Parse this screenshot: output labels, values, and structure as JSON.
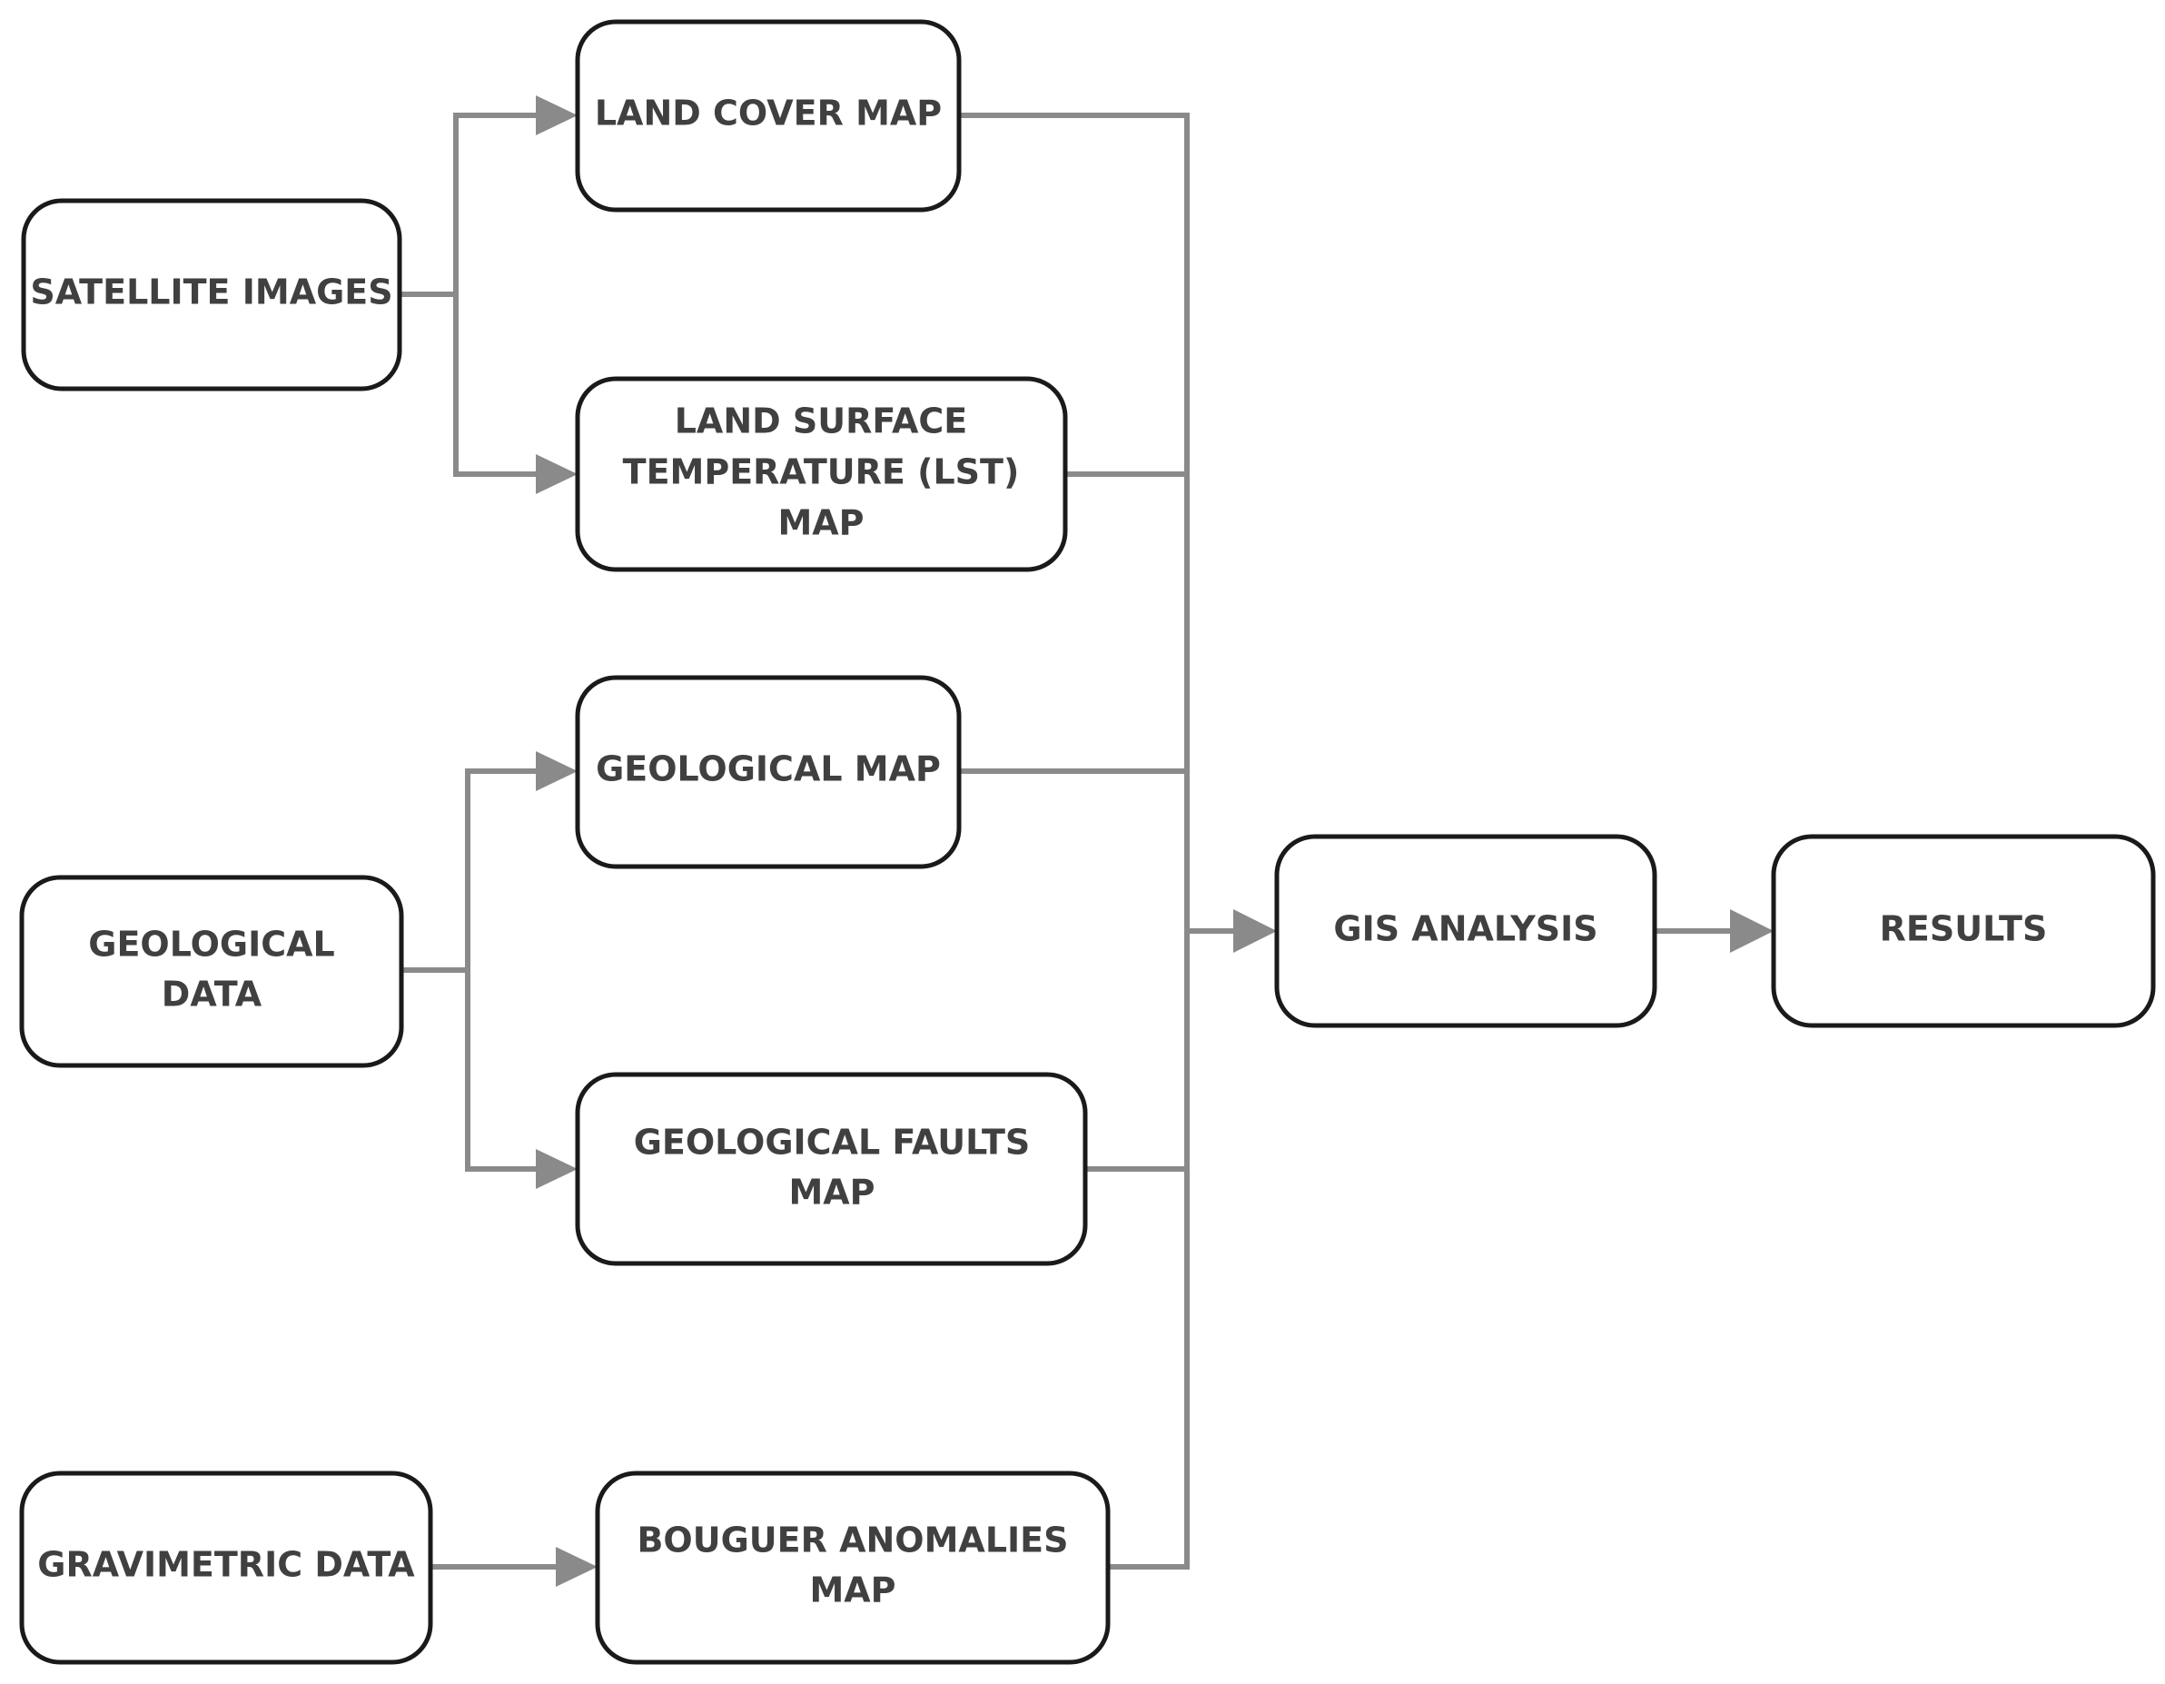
{
  "colors": {
    "box_border": "#1a1a1a",
    "connector": "#8a8a8a",
    "text": "#404040"
  },
  "nodes": {
    "satellite_images": {
      "line1": "SATELLITE IMAGES"
    },
    "land_cover_map": {
      "line1": "LAND COVER MAP"
    },
    "lst_map": {
      "line1": "LAND SURFACE",
      "line2": "TEMPERATURE (LST)",
      "line3": "MAP"
    },
    "geological_map": {
      "line1": "GEOLOGICAL MAP"
    },
    "geological_data": {
      "line1": "GEOLOGICAL",
      "line2": "DATA"
    },
    "geological_faults_map": {
      "line1": "GEOLOGICAL FAULTS",
      "line2": "MAP"
    },
    "gravimetric_data": {
      "line1": "GRAVIMETRIC DATA"
    },
    "bouguer_anomalies_map": {
      "line1": "BOUGUER ANOMALIES",
      "line2": "MAP"
    },
    "gis_analysis": {
      "line1": "GIS ANALYSIS"
    },
    "results": {
      "line1": "RESULTS"
    }
  }
}
